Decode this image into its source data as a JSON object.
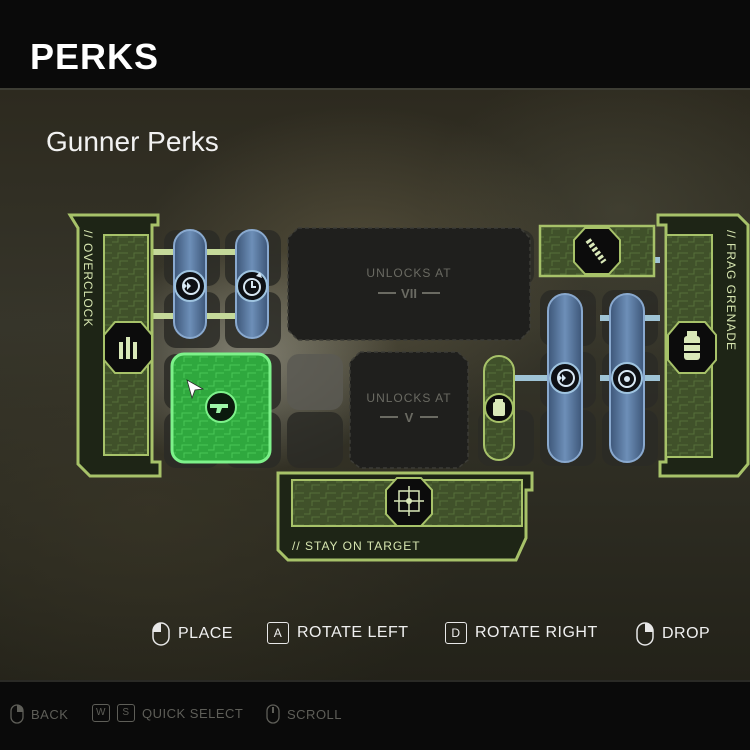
{
  "header": {
    "title": "PERKS"
  },
  "page": {
    "subtitle": "Gunner Perks"
  },
  "board": {
    "perks": {
      "overclock": "// OVERCLOCK",
      "frag_grenade": "// FRAG GRENADE",
      "stay_on_target": "// STAY ON TARGET"
    },
    "locked_slots": [
      {
        "label": "UNLOCKS AT",
        "tier": "VII"
      },
      {
        "label": "UNLOCKS AT",
        "tier": "V"
      }
    ]
  },
  "controls": {
    "place": "PLACE",
    "rotate_left_key": "A",
    "rotate_left": "ROTATE LEFT",
    "rotate_right_key": "D",
    "rotate_right": "ROTATE RIGHT",
    "drop": "DROP"
  },
  "footer": {
    "back": "BACK",
    "key_w": "W",
    "key_s": "S",
    "quick_select": "QUICK SELECT",
    "scroll": "SCROLL"
  },
  "colors": {
    "perk_frame": "#a7c269",
    "perk_fill": "#34411f",
    "selected_perk": "#4fd15c",
    "blue_module": "#5f7fa6",
    "locked_slot": "#1f1f1d"
  },
  "icons": [
    "overclock-bullets-icon",
    "skip-timer-icon",
    "timer-up-icon",
    "gun-mod-icon",
    "frag-grenade-icon",
    "grenade-small-icon",
    "skip-timer-icon",
    "cooldown-icon",
    "ammo-belt-icon",
    "crosshair-icon",
    "mouse-icon",
    "cursor-arrow-icon"
  ]
}
